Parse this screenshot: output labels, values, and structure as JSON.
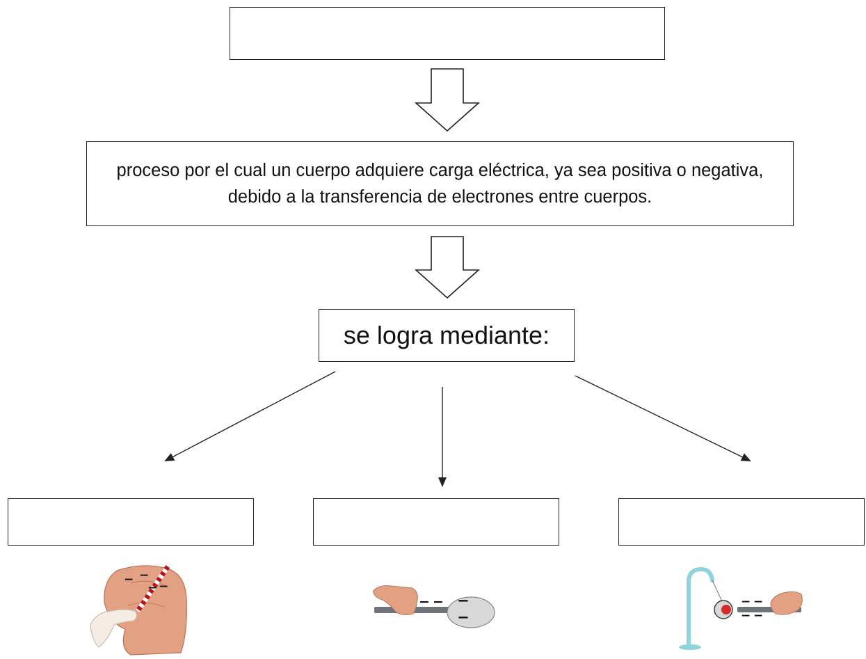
{
  "diagram": {
    "top_box": {
      "text": ""
    },
    "definition_box": {
      "text": "proceso por el cual un cuerpo adquiere carga eléctrica, ya sea positiva o negativa, debido a la transferencia de electrones entre cuerpos."
    },
    "means_box": {
      "text": "se logra mediante:"
    },
    "method_boxes": [
      {
        "text": ""
      },
      {
        "text": ""
      },
      {
        "text": ""
      }
    ],
    "illustrations": [
      {
        "icon": "hand-rubbing-rod-on-cloth",
        "charge_marks": [
          "−",
          "−",
          "−",
          "−"
        ]
      },
      {
        "icon": "hand-rod-touching-sphere",
        "charge_marks": [
          "−",
          "−",
          "−",
          "−"
        ]
      },
      {
        "icon": "hand-rod-near-pendulum",
        "charge_marks": [
          "−",
          "−",
          "−",
          "−"
        ]
      }
    ]
  }
}
